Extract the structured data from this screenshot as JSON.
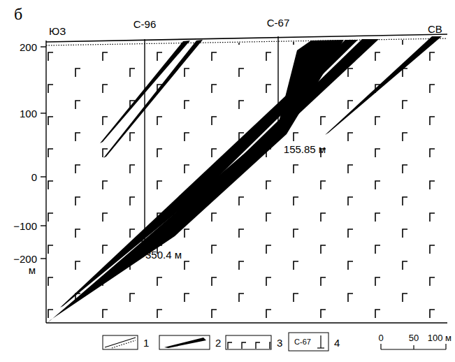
{
  "diagram": {
    "labels": [
      "б",
      "ЮЗ",
      "СВ",
      "С-96",
      "С-67",
      "155.85 м",
      "350.4 м",
      "200",
      "100",
      "0",
      "−100",
      "−200",
      "м",
      "С-67",
      "0",
      "50",
      "100 м"
    ],
    "legend": [
      {
        "text": "1"
      },
      {
        "text": "2",
        "color": "#000000"
      },
      {
        "text": "3"
      },
      {
        "text": "4"
      }
    ]
  }
}
